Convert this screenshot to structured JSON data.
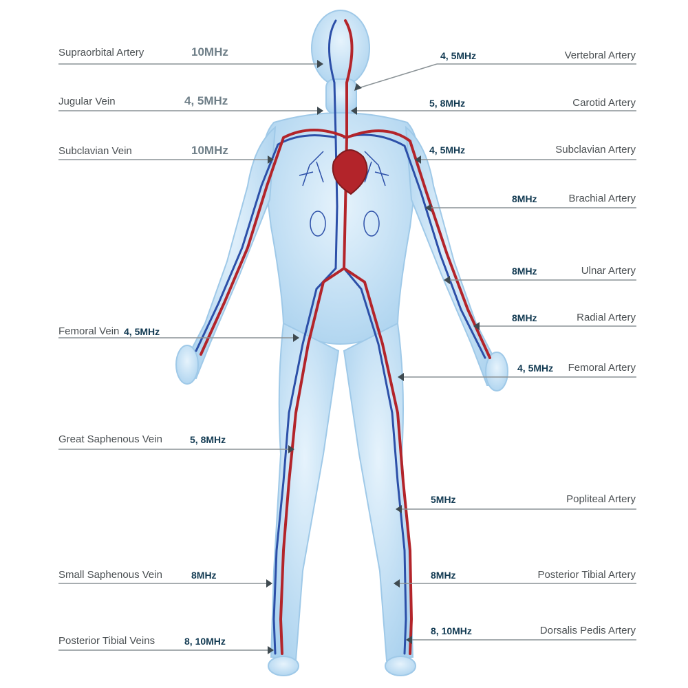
{
  "labels": {
    "left": [
      {
        "name": "Supraorbital Artery",
        "freq": "10MHz"
      },
      {
        "name": "Jugular Vein",
        "freq": "4, 5MHz"
      },
      {
        "name": "Subclavian Vein",
        "freq": "10MHz"
      },
      {
        "name": "Femoral Vein",
        "freq": "4, 5MHz"
      },
      {
        "name": "Great Saphenous Vein",
        "freq": "5, 8MHz"
      },
      {
        "name": "Small Saphenous Vein",
        "freq": "8MHz"
      },
      {
        "name": "Posterior Tibial Veins",
        "freq": "8, 10MHz"
      }
    ],
    "right": [
      {
        "name": "Vertebral Artery",
        "freq": "4, 5MHz"
      },
      {
        "name": "Carotid Artery",
        "freq": "5, 8MHz"
      },
      {
        "name": "Subclavian Artery",
        "freq": "4, 5MHz"
      },
      {
        "name": "Brachial Artery",
        "freq": "8MHz"
      },
      {
        "name": "Ulnar Artery",
        "freq": "8MHz"
      },
      {
        "name": "Radial Artery",
        "freq": "8MHz"
      },
      {
        "name": "Femoral Artery",
        "freq": "4, 5MHz"
      },
      {
        "name": "Popliteal Artery",
        "freq": "5MHz"
      },
      {
        "name": "Posterior Tibial Artery",
        "freq": "8MHz"
      },
      {
        "name": "Dorsalis Pedis Artery",
        "freq": "8, 10MHz"
      }
    ]
  },
  "colors": {
    "artery": "#b3242a",
    "vein": "#2c4fa8",
    "body": "#bcdcf2",
    "leader": "#8a9296",
    "text": "#4a4f52",
    "freq": "#123a52"
  }
}
